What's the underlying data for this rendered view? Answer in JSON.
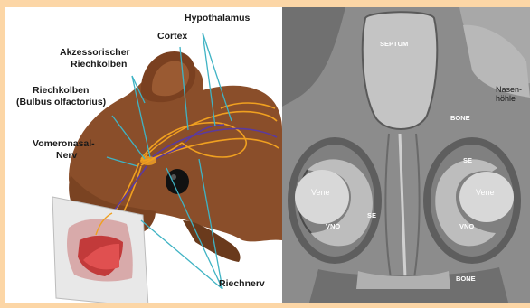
{
  "figure": {
    "background_color": "#fcd6a6",
    "left": {
      "labels": {
        "hypothalamus": "Hypothalamus",
        "cortex": "Cortex",
        "accessory_bulb_line1": "Akzessorischer",
        "accessory_bulb_line2": "Riechkolben",
        "olfactory_bulb_line1": "Riechkolben",
        "olfactory_bulb_line2": "(Bulbus olfactorius)",
        "vomeronasal_line1": "Vomeronasal-",
        "vomeronasal_line2": "Nerv",
        "olfactory_nerve": "Riechnerv"
      },
      "colors": {
        "head": "#8a4e2a",
        "ear": "#7a4020",
        "eye": "#111111",
        "pointer_line": "#3fb3c4",
        "nerve_orange": "#f0a020",
        "nerve_purple": "#5a3aa0"
      }
    },
    "right": {
      "labels": {
        "septum": "SEPTUM",
        "nasal_cavity_line1": "Nasen-",
        "nasal_cavity_line2": "höhle",
        "bone_top": "BONE",
        "bone_bottom": "BONE",
        "se_right_top": "SE",
        "se_left": "SE",
        "vein_left": "Vene",
        "vein_right": "Vene",
        "vno_left": "VNO",
        "vno_right": "VNO"
      }
    }
  }
}
